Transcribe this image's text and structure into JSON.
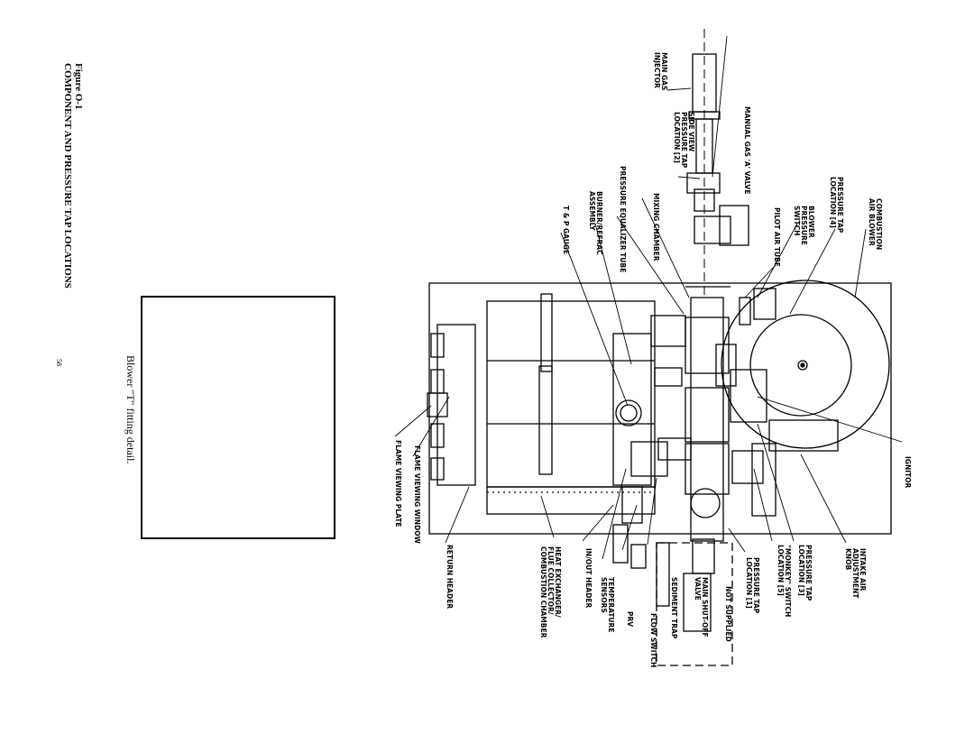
{
  "figure": {
    "number": "Figure O-1",
    "title": "COMPONENT AND PRESSURE TAP LOCATIONS",
    "page_number": "58"
  },
  "detail_box": {
    "caption": "Blower \"T\" fitting detail."
  },
  "labels": {
    "main_gas_injector": "MAIN GAS\nINJECTOR",
    "manual_gas_valve": "MANUAL GAS 'A' VALVE",
    "side_view_tap": "SIDE VIEW\nPRESSURE TAP\nLOCATION [2]",
    "pressure_equalizer_tube": "PRESSURE EQUALIZER TUBE",
    "mixing_chamber": "MIXING CHAMBER",
    "pilot_air_tube": "PILOT AIR TUBE",
    "blower_pressure_switch": "BLOWER\nPRESSURE\nSWITCH",
    "pressure_tap_4": "PRESSURE TAP\nLOCATION [4]",
    "combustion_air_blower": "COMBUSTION\nAIR BLOWER",
    "burner_refrac": "BURNER/REFRAC\nASSEMBLY",
    "tp_gauge": "T & P GAUGE",
    "ignitor": "IGNITOR",
    "intake_air_knob": "INTAKE AIR\nADJUSTMENT\nKNOB",
    "pressure_tap_3": "PRESSURE TAP\nLOCATION [3]",
    "monkey_switch": "\"MONKEY\" SWITCH\nLOCATION [5]",
    "pressure_tap_1": "PRESSURE TAP\nLOCATION [1]",
    "not_supplied": "NOT SUPPLIED",
    "main_shutoff_valve": "MAIN SHUT-OFF\nVALVE",
    "sediment_trap": "SEDIMENT TRAP",
    "flow_switch": "FLOW SWITCH",
    "prv": "PRV",
    "temperature_sensors": "TEMPERATURE\nSENSORS",
    "inout_header": "IN/OUT HEADER",
    "heat_exchanger": "HEAT EXCHANGER/\nFLUE COLLECTOR/\nCOMBUSTION CHAMBER",
    "return_header": "RETURN HEADER",
    "flame_viewing_window": "FLAME VIEWING WINDOW",
    "flame_viewing_plate": "FLAME VIEWING PLATE"
  }
}
